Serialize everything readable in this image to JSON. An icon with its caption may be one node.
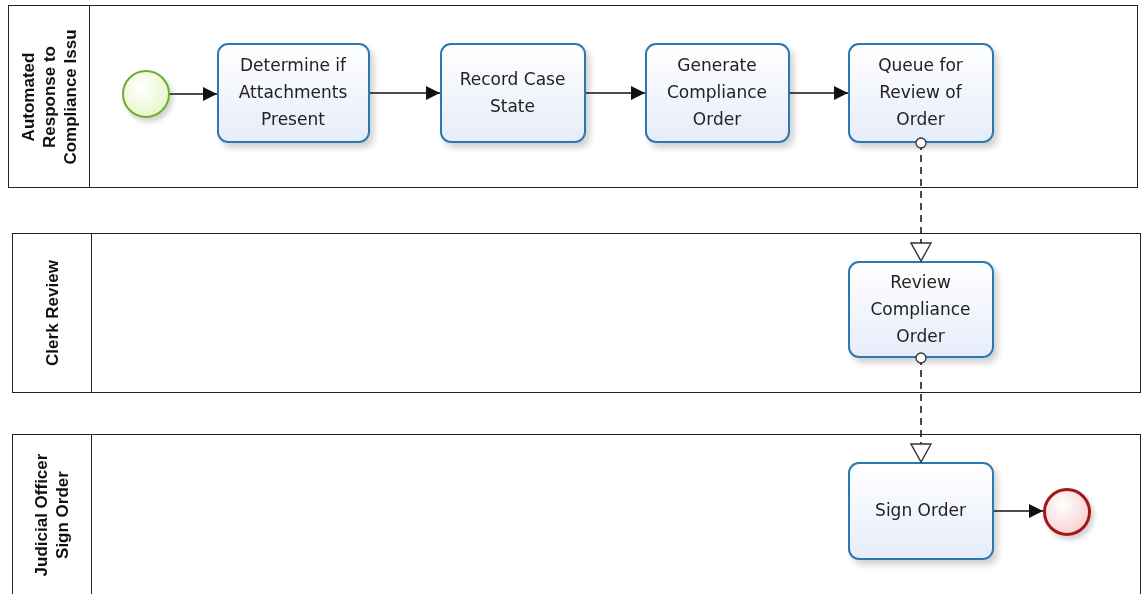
{
  "diagram": {
    "nodes": [
      {
        "text": [
          "Automated Response to Compliance Issu"
        ]
      },
      {
        "text": [],
        "shape": "circle",
        "in": 0
      },
      {
        "text": [
          "Determine if Attachments Present"
        ],
        "in": 0
      },
      {
        "text": [
          "Record Case State"
        ],
        "in": 0
      },
      {
        "text": [
          "Generate Compliance Order"
        ],
        "in": 0
      },
      {
        "text": [
          "Queue for Review of Order"
        ],
        "in": 0
      },
      {
        "text": [
          "Clerk Review"
        ]
      },
      {
        "text": [
          "Review Compliance Order"
        ],
        "in": 6
      },
      {
        "text": [
          "Judicial Officer Sign Order"
        ]
      },
      {
        "text": [
          "Sign Order"
        ],
        "in": 8
      },
      {
        "text": [],
        "shape": "circle",
        "in": 8
      }
    ],
    "edges": [
      {
        "from": 1,
        "to": 2,
        "arrow": "to"
      },
      {
        "from": 2,
        "to": 3,
        "arrow": "to"
      },
      {
        "from": 3,
        "to": 4,
        "arrow": "to"
      },
      {
        "from": 4,
        "to": 5,
        "arrow": "to"
      },
      {
        "from": 5,
        "to": 7,
        "arrow": "to",
        "style": "dashed"
      },
      {
        "from": 7,
        "to": 9,
        "arrow": "to",
        "style": "dashed"
      },
      {
        "from": 9,
        "to": 10,
        "arrow": "to"
      }
    ]
  }
}
